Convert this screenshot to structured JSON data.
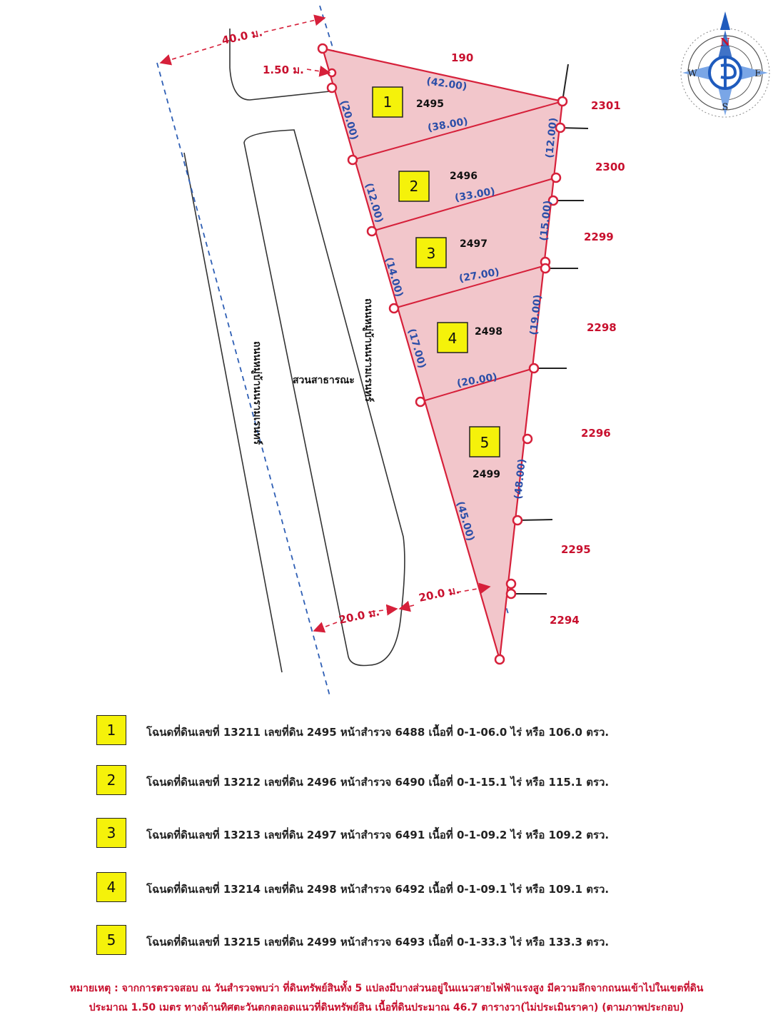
{
  "map": {
    "road_width": "40.0 ม.",
    "setback": "1.50 ม.",
    "dist_left": "20.0 ม.",
    "dist_right": "20.0 ม.",
    "road_name_outer": "ถนนหมู่บ้านนรามเรนทร์",
    "road_name_inner": "ถนนหมู่บ้านนรามเรนทร์",
    "park_label": "สวนสาธารณะ",
    "neighbor_parcels": [
      "190",
      "2301",
      "2300",
      "2299",
      "2298",
      "2296",
      "2295",
      "2294"
    ],
    "plots": [
      {
        "box": "1",
        "parcel": "2495",
        "front": "(42.00)"
      },
      {
        "box": "2",
        "parcel": "2496",
        "front": "(38.00)"
      },
      {
        "box": "3",
        "parcel": "2497",
        "front": "(33.00)"
      },
      {
        "box": "4",
        "parcel": "2498",
        "front": "(27.00)"
      },
      {
        "box": "5",
        "parcel": "2499",
        "front": "(20.00)"
      }
    ],
    "left_dims": [
      "(20.00)",
      "(12.00)",
      "(14.00)",
      "(17.00)",
      "(45.00)"
    ],
    "right_dims": [
      "(12.00)",
      "(15.00)",
      "(19.00)",
      "(48.00)"
    ],
    "compass": {
      "n": "N",
      "e": "E",
      "s": "S",
      "w": "W"
    }
  },
  "legend": [
    {
      "box": "1",
      "text": "โฉนดที่ดินเลขที่ 13211 เลขที่ดิน 2495 หน้าสำรวจ 6488 เนื้อที่ 0-1-06.0 ไร่ หรือ 106.0 ตรว."
    },
    {
      "box": "2",
      "text": "โฉนดที่ดินเลขที่ 13212 เลขที่ดิน 2496 หน้าสำรวจ 6490 เนื้อที่ 0-1-15.1 ไร่ หรือ 115.1 ตรว."
    },
    {
      "box": "3",
      "text": "โฉนดที่ดินเลขที่ 13213 เลขที่ดิน 2497 หน้าสำรวจ 6491 เนื้อที่ 0-1-09.2 ไร่ หรือ 109.2 ตรว."
    },
    {
      "box": "4",
      "text": "โฉนดที่ดินเลขที่ 13214 เลขที่ดิน 2498 หน้าสำรวจ 6492 เนื้อที่ 0-1-09.1 ไร่ หรือ 109.1 ตรว."
    },
    {
      "box": "5",
      "text": "โฉนดที่ดินเลขที่ 13215 เลขที่ดิน 2499 หน้าสำรวจ 6493 เนื้อที่ 0-1-33.3 ไร่ หรือ 133.3 ตรว."
    }
  ],
  "note": {
    "line1": "หมายเหตุ : จากการตรวจสอบ ณ วันสำรวจพบว่า ที่ดินทรัพย์สินทั้ง 5 แปลงมีบางส่วนอยู่ในแนวสายไฟฟ้าแรงสูง มีความลึกจากถนนเข้าไปในเขตที่ดิน",
    "line2": "ประมาณ 1.50 เมตร ทางด้านทิศตะวันตกตลอดแนวที่ดินทรัพย์สิน เนื้อที่ดินประมาณ 46.7 ตารางวา(ไม่ประเมินราคา) (ตามภาพประกอบ)"
  },
  "colors": {
    "boundary": "#d6203a",
    "fill": "#f2c6cb",
    "dash": "#2f5fb5",
    "label_red": "#c8102e",
    "box": "#f5f20a"
  }
}
